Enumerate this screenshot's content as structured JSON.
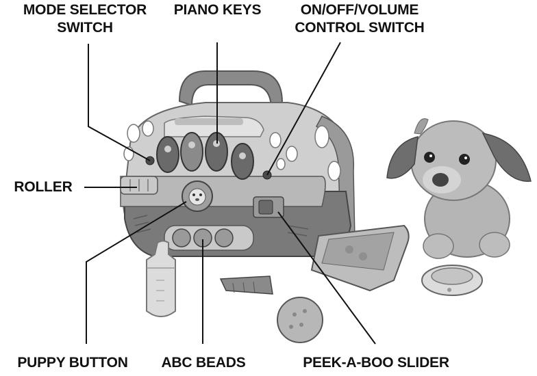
{
  "labels": {
    "mode_selector": {
      "line1": "MODE SELECTOR",
      "line2": "SWITCH"
    },
    "piano_keys": "PIANO KEYS",
    "volume": {
      "line1": "ON/OFF/VOLUME",
      "line2": "CONTROL SWITCH"
    },
    "roller": "ROLLER",
    "puppy_button": "PUPPY BUTTON",
    "abc_beads": "ABC BEADS",
    "peek_slider": "PEEK-A-BOO SLIDER"
  },
  "colors": {
    "text": "#111111",
    "leader_line": "#111111",
    "toy_light": "#d9d9d9",
    "toy_mid": "#a8a8a8",
    "toy_dark": "#6e6e6e"
  }
}
